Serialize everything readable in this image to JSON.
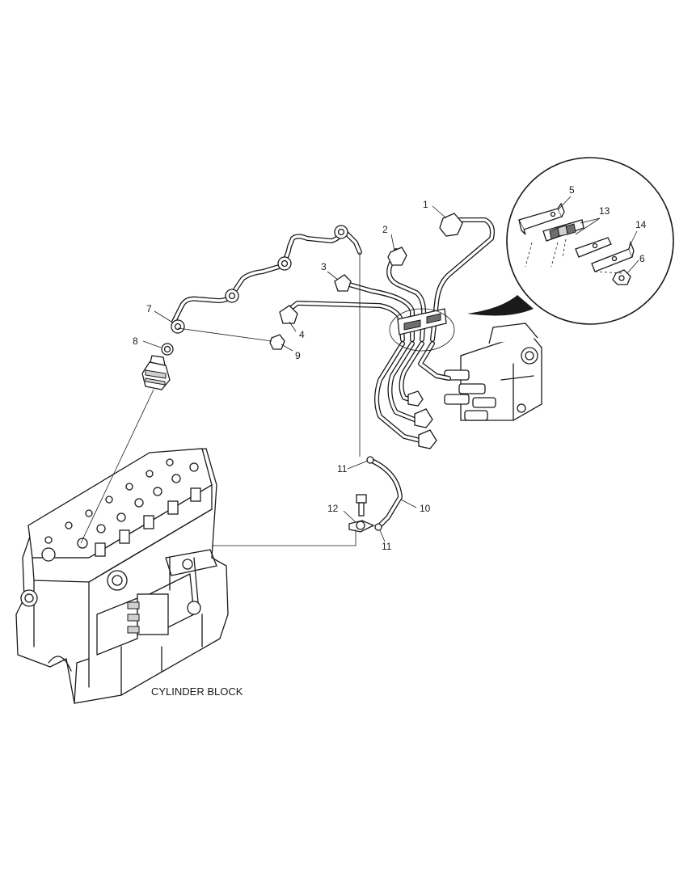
{
  "callouts": [
    {
      "id": "c1",
      "text": "1"
    },
    {
      "id": "c2",
      "text": "2"
    },
    {
      "id": "c3",
      "text": "3"
    },
    {
      "id": "c4",
      "text": "4"
    },
    {
      "id": "c5",
      "text": "5"
    },
    {
      "id": "c6",
      "text": "6"
    },
    {
      "id": "c7",
      "text": "7"
    },
    {
      "id": "c8",
      "text": "8"
    },
    {
      "id": "c9",
      "text": "9"
    },
    {
      "id": "c10",
      "text": "10"
    },
    {
      "id": "c11a",
      "text": "11"
    },
    {
      "id": "c11b",
      "text": "11"
    },
    {
      "id": "c12",
      "text": "12"
    },
    {
      "id": "c13",
      "text": "13"
    },
    {
      "id": "c14",
      "text": "14"
    }
  ],
  "caption": "CYLINDER BLOCK"
}
